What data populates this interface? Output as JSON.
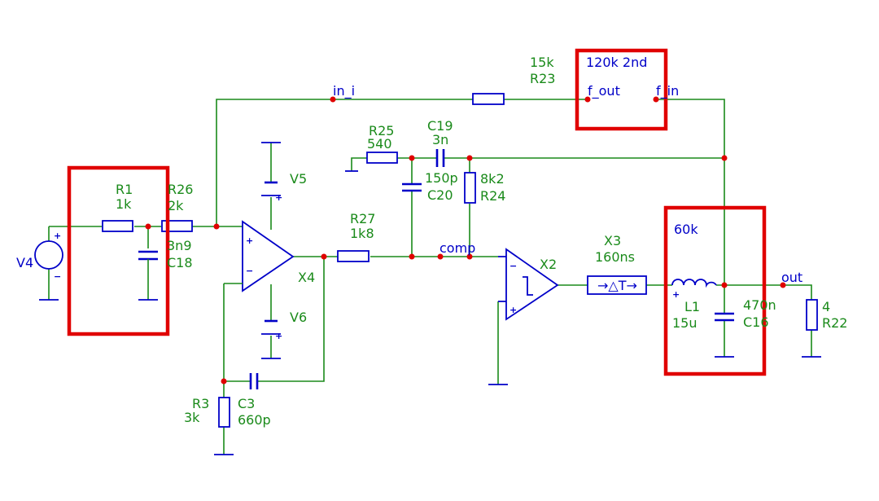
{
  "colors": {
    "wire": "#1a8a1a",
    "component": "#0000c8",
    "node": "#e00000",
    "highlight": "#e00000",
    "label_value": "#1a8a1a",
    "label_name": "#0000c8"
  },
  "highlights": {
    "input_filter": "input-filter-highlight",
    "block_120k": "120k 2nd",
    "block_60k": "60k"
  },
  "components": {
    "V4": {
      "name": "V4"
    },
    "R1": {
      "name": "R1",
      "value": "1k"
    },
    "R26": {
      "name": "R26",
      "value": "2k"
    },
    "C18": {
      "name": "C18",
      "value": "3n9"
    },
    "V5": {
      "name": "V5"
    },
    "V6": {
      "name": "V6"
    },
    "X4": {
      "name": "X4"
    },
    "R3": {
      "name": "R3",
      "value": "3k"
    },
    "C3": {
      "name": "C3",
      "value": "660p"
    },
    "R27": {
      "name": "R27",
      "value": "1k8"
    },
    "R25": {
      "name": "R25",
      "value": "540"
    },
    "C19": {
      "name": "C19",
      "value": "3n"
    },
    "C20": {
      "name": "C20",
      "value": "150p"
    },
    "R24": {
      "name": "R24",
      "value": "8k2"
    },
    "R23": {
      "name": "R23",
      "value": "15k"
    },
    "X2": {
      "name": "X2"
    },
    "X3": {
      "name": "X3",
      "value": "160ns",
      "symbol": "→△T→"
    },
    "L1": {
      "name": "L1",
      "value": "15u"
    },
    "C16": {
      "name": "C16",
      "value": "470n"
    },
    "R22": {
      "name": "R22",
      "value": "4"
    }
  },
  "nets": {
    "in_i": "in_i",
    "f_out": "f_out",
    "f_in": "f_in",
    "comp": "comp",
    "out": "out"
  },
  "polarity": {
    "plus": "+",
    "minus": "−"
  }
}
